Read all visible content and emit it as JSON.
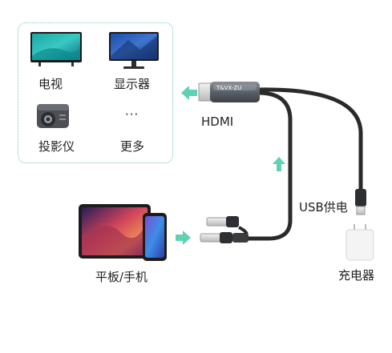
{
  "devices": {
    "tv_label": "电视",
    "monitor_label": "显示器",
    "projector_label": "投影仪",
    "more_dots": "···",
    "more_label": "更多"
  },
  "adapter": {
    "hdmi_label": "HDMI",
    "hdmi_brand_text": "T&VX-ZU"
  },
  "power": {
    "usb_label": "USB供电",
    "charger_label": "充电器"
  },
  "source": {
    "label": "平板/手机"
  },
  "colors": {
    "accent_arrow": "#5fd2b3",
    "box_border": "#6fc9b4",
    "cable": "#2a2a2a"
  }
}
